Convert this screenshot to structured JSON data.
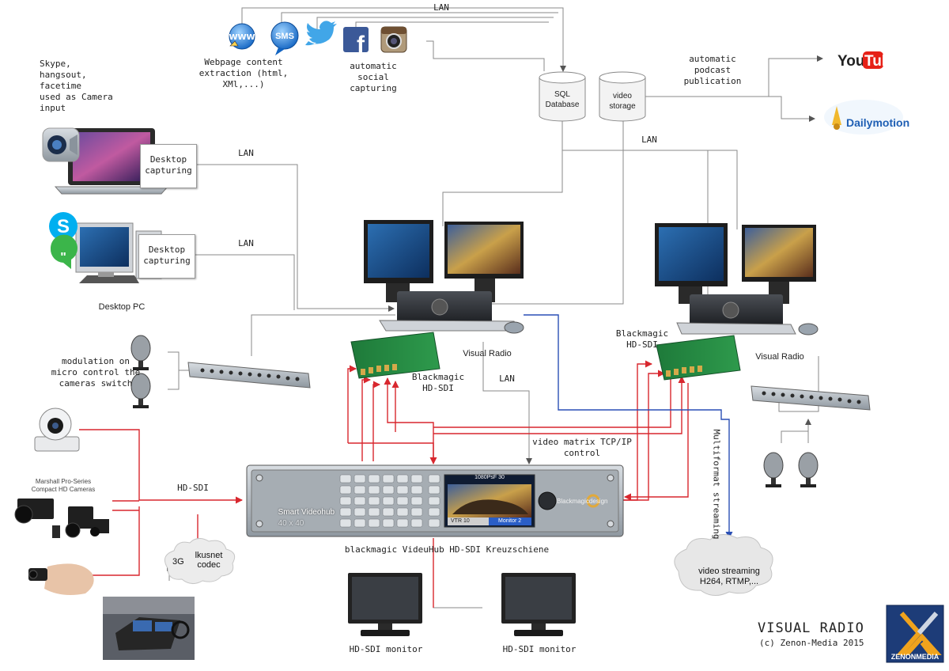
{
  "labels": {
    "lan_top": "LAN",
    "lan_laptop": "LAN",
    "lan_desktop": "LAN",
    "lan_storage": "LAN",
    "lan_matrix": "LAN",
    "webpage_extraction": "Webpage content\nextraction (html,\nXMl,...)",
    "social_capturing": "automatic\nsocial\ncapturing",
    "skype_note": "Skype,\nhangsout,\nfacetime\nused as Camera\ninput",
    "desktop_capturing_1": "Desktop\ncapturing",
    "desktop_capturing_2": "Desktop\ncapturing",
    "desktop_pc": "Desktop PC",
    "sql_database": "SQL\nDatabase",
    "video_storage": "video\nstorage",
    "podcast_publication": "automatic\npodcast\npublication",
    "youtube": "YouTube",
    "dailymotion": "Dailymotion",
    "modulation_note": "modulation on\nmicro control the\ncameras switch",
    "visual_radio_1": "Visual Radio",
    "visual_radio_2": "Visual Radio",
    "blackmagic_1": "Blackmagic\nHD-SDI",
    "blackmagic_2": "Blackmagic\nHD-SDI",
    "matrix_control": "video matrix TCP/IP\ncontrol",
    "multiformat_streaming": "Multiformat streaming",
    "hd_sdi": "HD-SDI",
    "marshall_cameras": "Marshall Pro-Series\nCompact HD Cameras",
    "videohub_name": "Smart Videohub",
    "videohub_size": "40 x 40",
    "videohub_brand": "Blackmagicdesign",
    "videohub_screen_top": "1080PsF 30",
    "videohub_screen_left": "VTR 10",
    "videohub_screen_right": "Monitor 2",
    "videohub_caption": "blackmagic VideuHub HD-SDI Kreuzschiene",
    "cloud_3g_a": "3G",
    "cloud_3g_b": "lkusnet\ncodec",
    "cloud_streaming": "video streaming\nH264, RTMP,...",
    "hd_monitor_1": "HD-SDI monitor",
    "hd_monitor_2": "HD-SDI monitor",
    "title": "VISUAL RADIO",
    "copyright": "(c) Zenon-Media 2015",
    "logo_text": "ZENONMEDIA",
    "sms_icon_text": "SMS",
    "www_icon_text": "WWW",
    "facebook_icon_text": "f"
  },
  "colors": {
    "lan_line": "#8a8a8a",
    "sdi_line": "#d8272e",
    "stream_line": "#2a4fb5",
    "youtube_red": "#e62117",
    "dailymotion_blue": "#1f5fb4",
    "zenon_bg": "#1d3c78",
    "zenon_x": "#f0a31d"
  }
}
